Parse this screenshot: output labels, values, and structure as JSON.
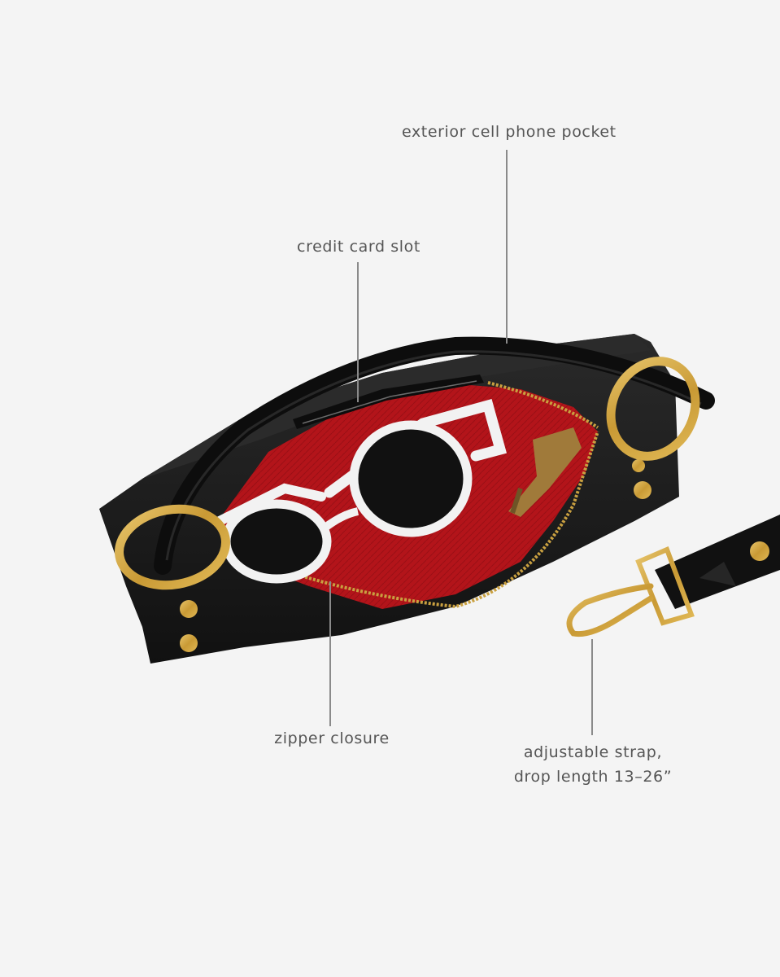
{
  "callouts": {
    "phone_pocket": "exterior cell phone pocket",
    "card_slot": "credit card slot",
    "zipper": "zipper closure",
    "strap_line1": "adjustable strap,",
    "strap_line2": "drop length 13–26”"
  },
  "colors": {
    "background": "#f4f4f4",
    "leather": "#1a1a1a",
    "lining": "#b3141a",
    "hardware_gold": "#d4a943",
    "label_text": "#555555"
  }
}
